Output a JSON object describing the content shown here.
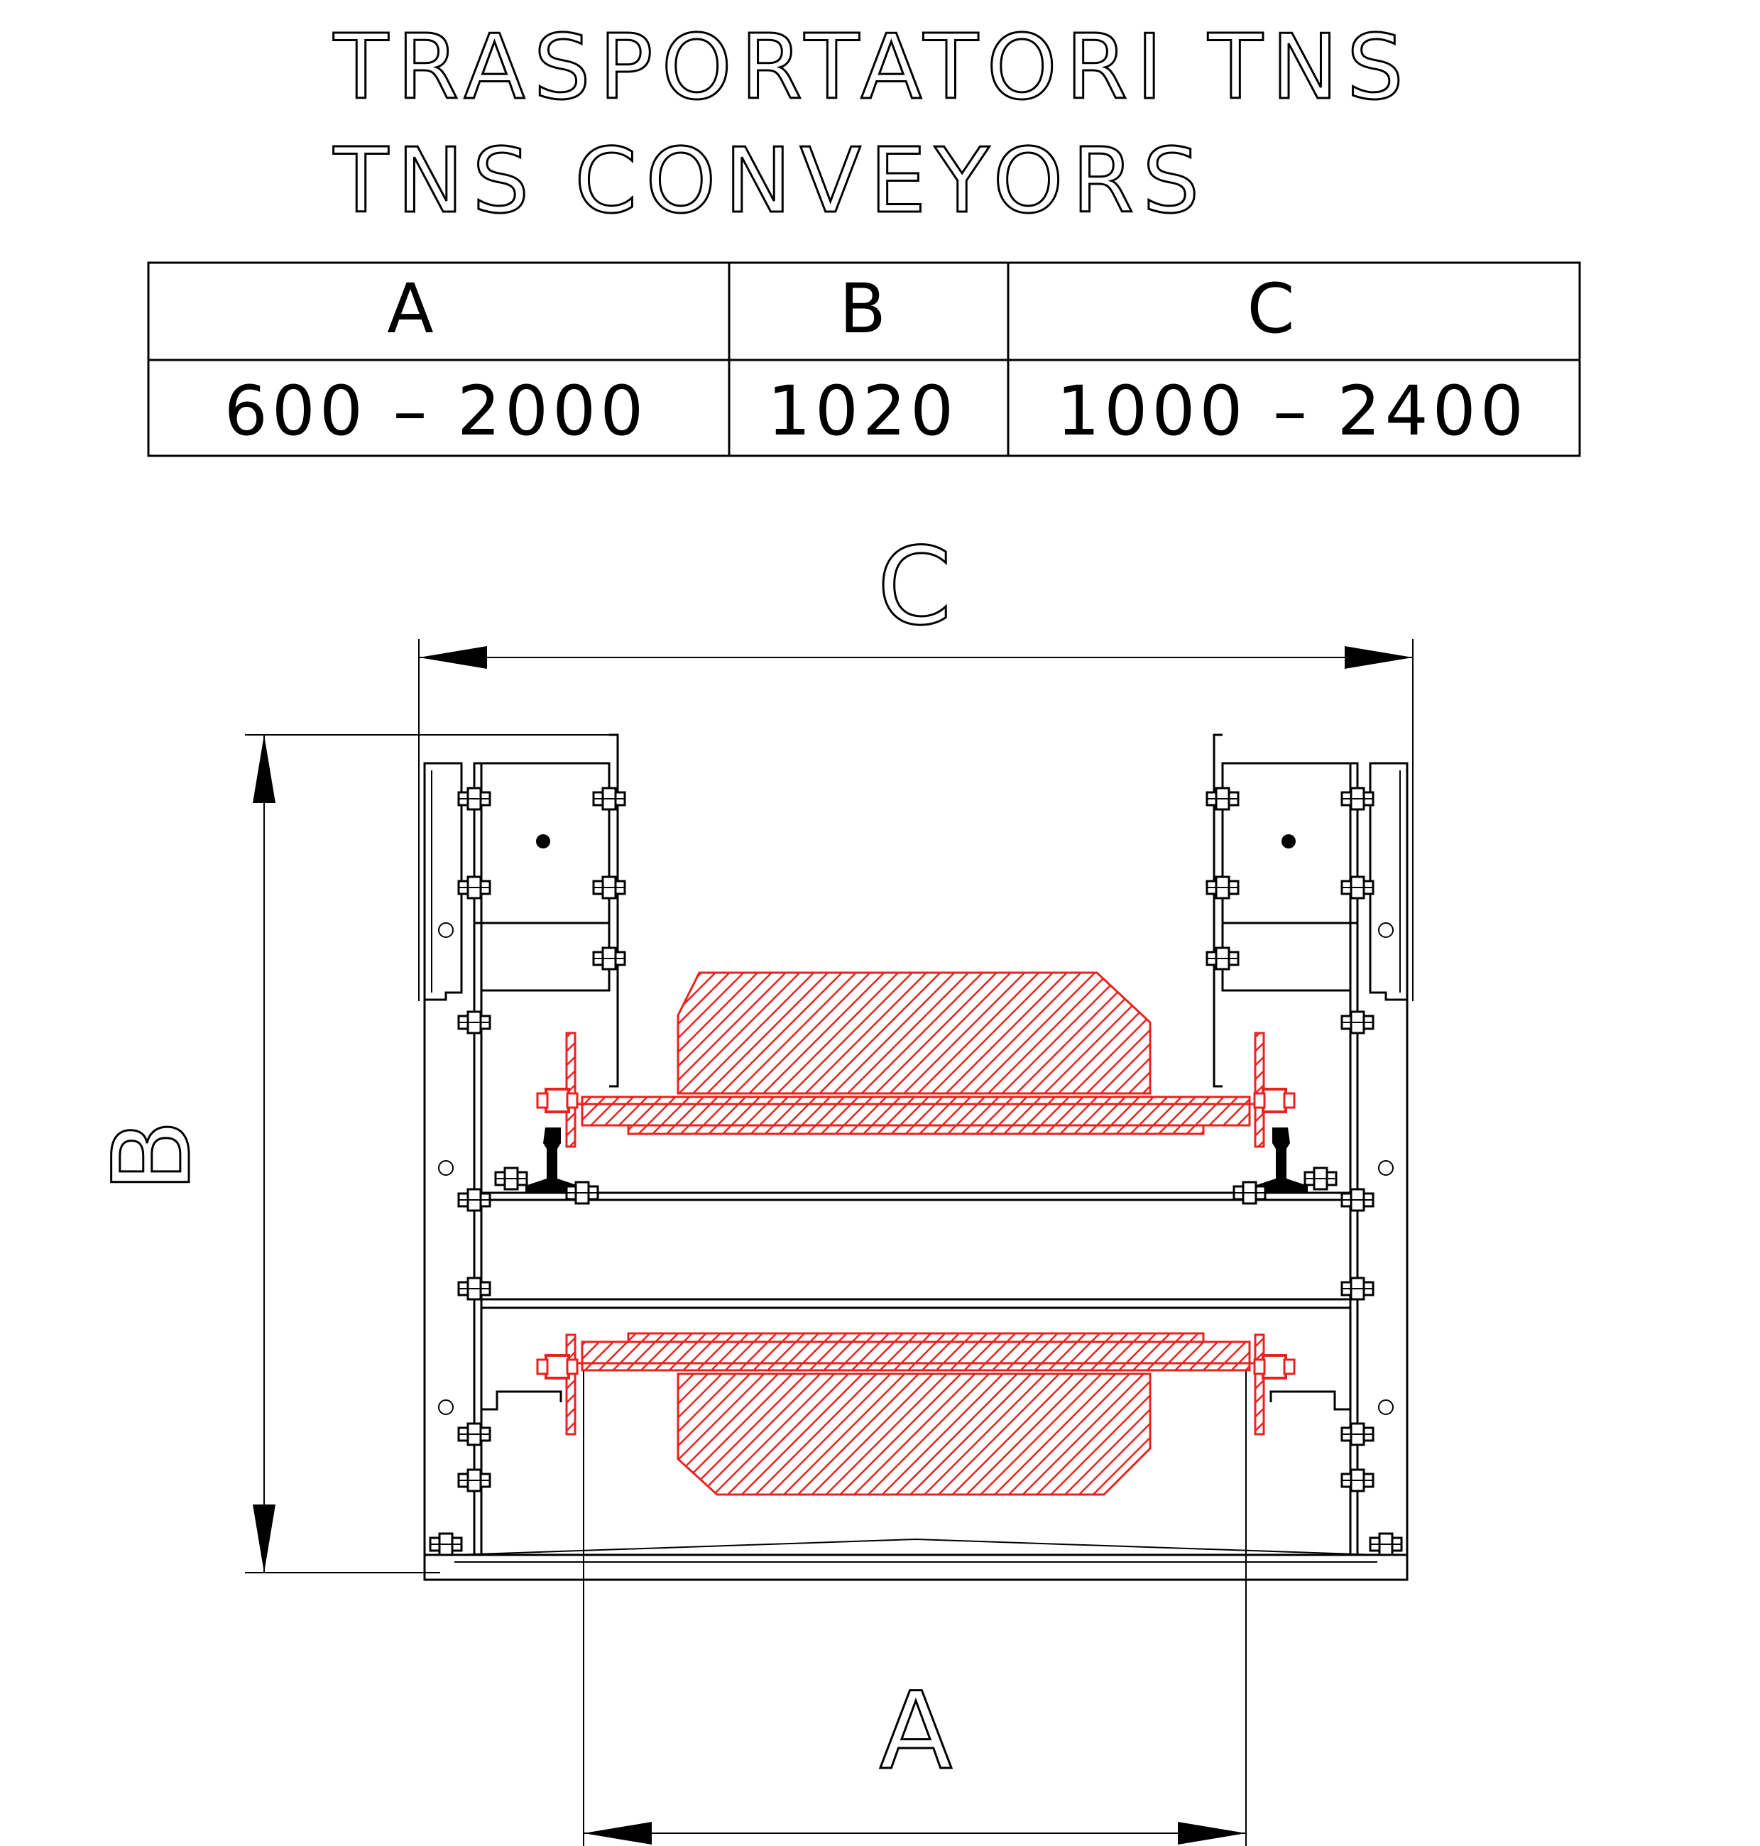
{
  "title": {
    "line1": "TRASPORTATORI TNS",
    "line2": "TNS CONVEYORS"
  },
  "table": {
    "headers": [
      "A",
      "B",
      "C"
    ],
    "values": [
      "600 – 2000",
      "1020",
      "1000 – 2400"
    ]
  },
  "dimension_labels": {
    "c": "C",
    "b": "B",
    "a": "A"
  },
  "colors": {
    "line": "#000000",
    "belt_section": "#e8231f",
    "background": "#ffffff"
  }
}
